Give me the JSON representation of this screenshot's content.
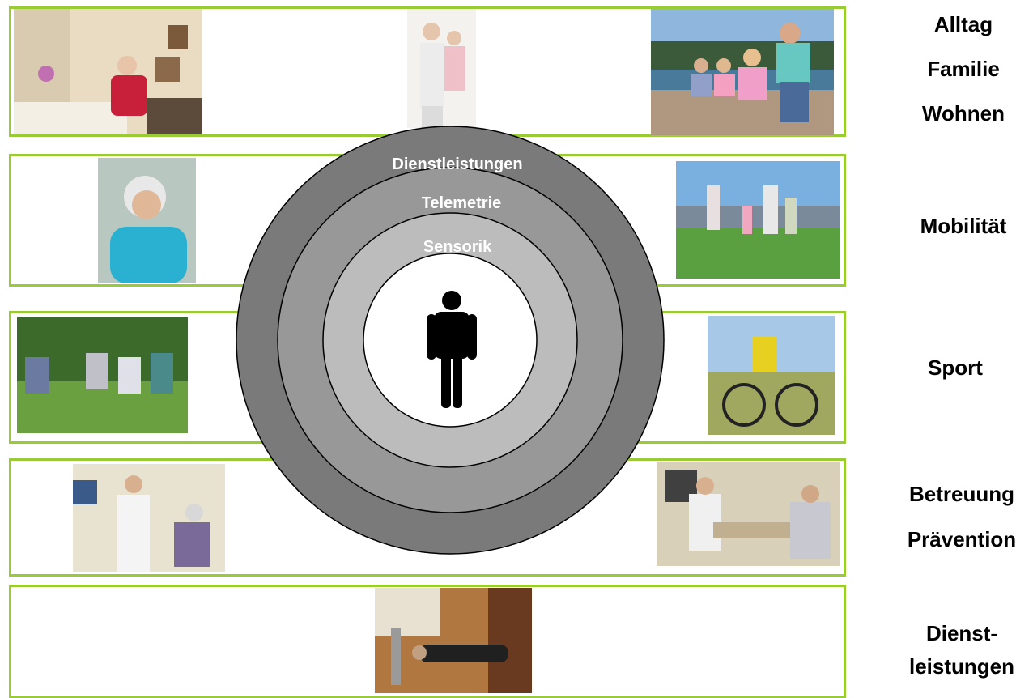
{
  "rings": {
    "outer": "Dienstleistungen",
    "middle": "Telemetrie",
    "inner": "Sensorik"
  },
  "categories": {
    "alltag": "Alltag",
    "familie": "Familie",
    "wohnen": "Wohnen",
    "mobilitaet": "Mobilität",
    "sport": "Sport",
    "betreuung": "Betreuung",
    "praevention": "Prävention",
    "dienst_1": "Dienst-",
    "dienst_2": "leistungen"
  },
  "colors": {
    "band_border": "#99cc33",
    "ring_outer": "#7a7a7a",
    "ring_middle": "#989898",
    "ring_inner": "#bcbcbc",
    "person": "#000000"
  },
  "icons": {
    "center": "person-icon"
  }
}
